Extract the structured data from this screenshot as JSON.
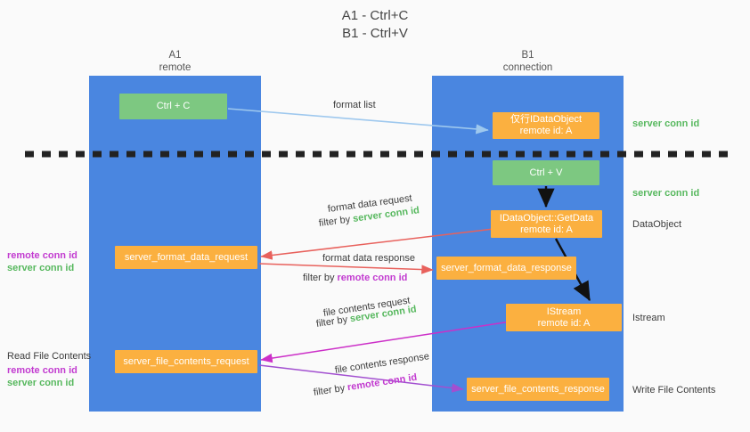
{
  "title": {
    "line1": "A1 - Ctrl+C",
    "line2": "B1 - Ctrl+V"
  },
  "colors": {
    "panel_blue": "#4a86e0",
    "node_green": "#7dc881",
    "node_orange": "#fbb040",
    "text_green": "#57b85e",
    "text_purple": "#c23bd0",
    "arrow_light_blue": "#9ec8ee",
    "arrow_red": "#e8615c",
    "arrow_magenta": "#cc2fc8",
    "arrow_purple": "#a24fd0",
    "arrow_black": "#000000",
    "background": "#fafafa"
  },
  "columns": [
    {
      "id": "a1",
      "line1": "A1",
      "line2": "remote"
    },
    {
      "id": "b1",
      "line1": "B1",
      "line2": "connection"
    }
  ],
  "nodes": [
    {
      "id": "ctrlc",
      "line1": "Ctrl + C",
      "line2": ""
    },
    {
      "id": "dataobj",
      "line1": "仅行IDataObject",
      "line2": "remote id: A"
    },
    {
      "id": "ctrlv",
      "line1": "Ctrl + V",
      "line2": ""
    },
    {
      "id": "getdata",
      "line1": "IDataObject::GetData",
      "line2": "remote id: A"
    },
    {
      "id": "fdreq",
      "line1": "server_format_data_request",
      "line2": ""
    },
    {
      "id": "fdresp",
      "line1": "server_format_data_response",
      "line2": ""
    },
    {
      "id": "istream",
      "line1": "IStream",
      "line2": "remote id: A"
    },
    {
      "id": "fcreq",
      "line1": "server_file_contents_request",
      "line2": ""
    },
    {
      "id": "fcresp",
      "line1": "server_file_contents_response",
      "line2": ""
    }
  ],
  "edge_labels": {
    "format_list": "format list",
    "format_data_request": "format data request",
    "filter_by": "filter by ",
    "server_conn_id": "server conn id",
    "format_data_response": "format data response",
    "remote_conn_id": "remote conn id",
    "file_contents_request": "file contents request",
    "file_contents_response": "file contents response"
  },
  "right_labels": {
    "server_conn_id_top": "server conn id",
    "server_conn_id_mid": "server conn id",
    "dataobject": "DataObject",
    "istream": "Istream",
    "write_file_contents": "Write File Contents"
  },
  "left_labels": {
    "remote_conn_id_1": "remote conn id",
    "server_conn_id_1": "server conn id",
    "read_file_contents": "Read File Contents",
    "remote_conn_id_2": "remote conn id",
    "server_conn_id_2": "server conn id"
  }
}
